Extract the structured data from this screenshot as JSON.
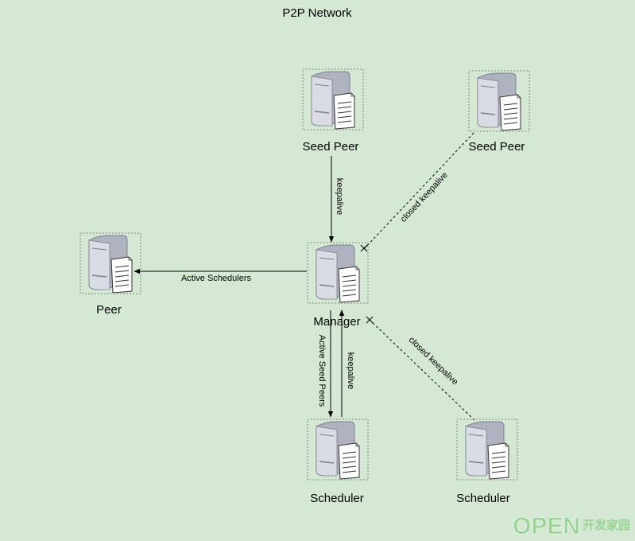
{
  "diagram": {
    "title": "P2P Network",
    "nodes": [
      {
        "id": "seed1",
        "label": "Seed Peer",
        "icon": "server-icon"
      },
      {
        "id": "seed2",
        "label": "Seed Peer",
        "icon": "server-icon"
      },
      {
        "id": "peer",
        "label": "Peer",
        "icon": "server-icon"
      },
      {
        "id": "manager",
        "label": "Manager",
        "icon": "server-icon"
      },
      {
        "id": "sched1",
        "label": "Scheduler",
        "icon": "server-icon"
      },
      {
        "id": "sched2",
        "label": "Scheduler",
        "icon": "server-icon"
      }
    ],
    "edges": [
      {
        "from": "seed1",
        "to": "manager",
        "label": "keepalive",
        "style": "solid"
      },
      {
        "from": "seed2",
        "to": "manager",
        "label": "closed keepalive",
        "style": "dashed"
      },
      {
        "from": "manager",
        "to": "peer",
        "label": "Active Schedulers",
        "style": "solid"
      },
      {
        "from": "manager",
        "to": "sched1",
        "label": "Active Seed Peers",
        "style": "solid"
      },
      {
        "from": "sched1",
        "to": "manager",
        "label": "keepalive",
        "style": "solid"
      },
      {
        "from": "sched2",
        "to": "manager",
        "label": "closed keepalive",
        "style": "dashed"
      }
    ]
  },
  "watermark": {
    "text": "OPEN",
    "subtext": "开发家园"
  },
  "colors": {
    "background": "#d5e8d4",
    "edge": "#000000",
    "server_body": "#b7bcc8",
    "server_front": "#dfe2ea",
    "watermark": "#8fd18a"
  }
}
